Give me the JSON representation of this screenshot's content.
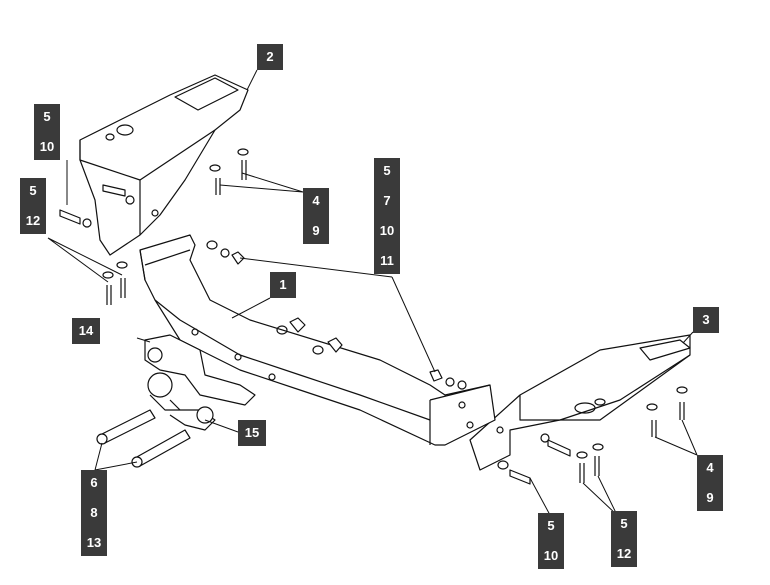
{
  "callouts": {
    "c1": "1",
    "c2": "2",
    "c3": "3",
    "c14": "14",
    "c15": "15",
    "g_left_top": [
      "5",
      "10"
    ],
    "g_left_mid": [
      "5",
      "12"
    ],
    "g_center": [
      "4",
      "9"
    ],
    "g_right_col": [
      "5",
      "7",
      "10",
      "11"
    ],
    "g_right_side": [
      "4",
      "9"
    ],
    "g_bottom_left": [
      "6",
      "8",
      "13"
    ],
    "g_bottom_mid": [
      "5",
      "10"
    ],
    "g_bottom_right": [
      "5",
      "12"
    ]
  }
}
